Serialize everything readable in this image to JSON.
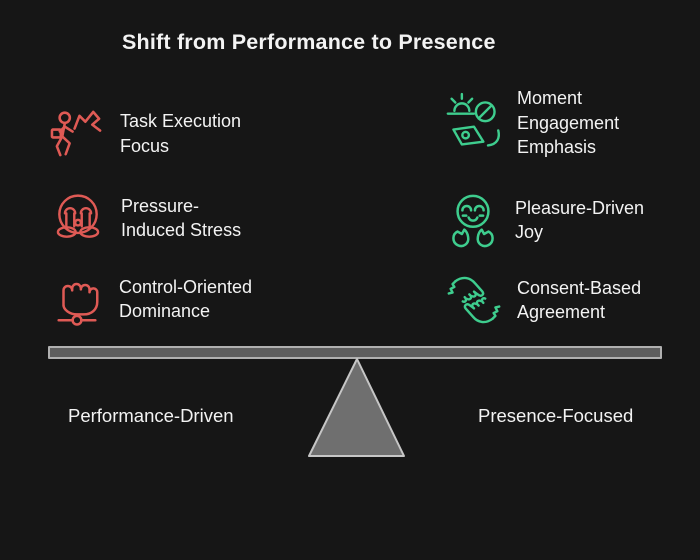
{
  "title": "Shift from Performance to Presence",
  "left_side": {
    "footer_label": "Performance-Driven",
    "items": [
      {
        "icon": "running-person-icon",
        "label": "Task Execution\nFocus"
      },
      {
        "icon": "crying-face-icon",
        "label": "Pressure-\nInduced Stress"
      },
      {
        "icon": "raised-fist-icon",
        "label": "Control-Oriented\nDominance"
      }
    ]
  },
  "right_side": {
    "footer_label": "Presence-Focused",
    "items": [
      {
        "icon": "sunrise-person-laptop-icon",
        "label": "Moment\nEngagement\nEmphasis"
      },
      {
        "icon": "joyful-face-hands-icon",
        "label": "Pleasure-Driven\nJoy"
      },
      {
        "icon": "handshake-icon",
        "label": "Consent-Based\nAgreement"
      }
    ]
  },
  "colors": {
    "background": "#161616",
    "left_accent": "#df5a55",
    "right_accent": "#3ecd8e",
    "text": "#f3f3f3",
    "beam_fill": "#5e5e5e",
    "beam_stroke": "#b0b0b0",
    "fulcrum_fill": "#6f6f6f",
    "fulcrum_stroke": "#c6c6c6"
  }
}
